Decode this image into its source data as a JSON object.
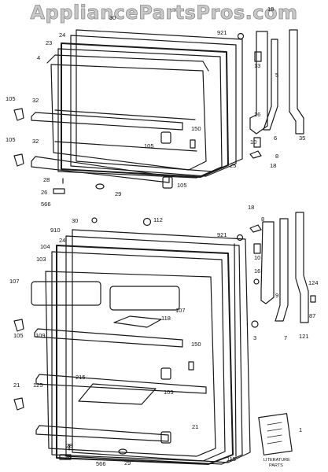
{
  "watermark": "AppliancePartsPros.com",
  "colors": {
    "line": "#1a1a1a",
    "background": "#ffffff",
    "watermark_fill": "#c8c8c8"
  },
  "top_door": {
    "labels": [
      "18",
      "30",
      "24",
      "921",
      "23",
      "4",
      "13",
      "5",
      "105",
      "32",
      "16",
      "150",
      "6",
      "35",
      "105",
      "32",
      "10",
      "105",
      "8",
      "25",
      "18",
      "28",
      "26",
      "105",
      "29",
      "566"
    ]
  },
  "bottom_door": {
    "labels": [
      "30",
      "112",
      "18",
      "8",
      "910",
      "921",
      "24",
      "104",
      "10",
      "103",
      "9",
      "16",
      "107",
      "124",
      "107",
      "118",
      "87",
      "105",
      "109",
      "3",
      "7",
      "121",
      "150",
      "215",
      "105",
      "21",
      "125",
      "21",
      "28",
      "26",
      "566",
      "29",
      "115",
      "1"
    ]
  },
  "literature": {
    "line1": "LITERATURE",
    "line2": "PARTS"
  }
}
